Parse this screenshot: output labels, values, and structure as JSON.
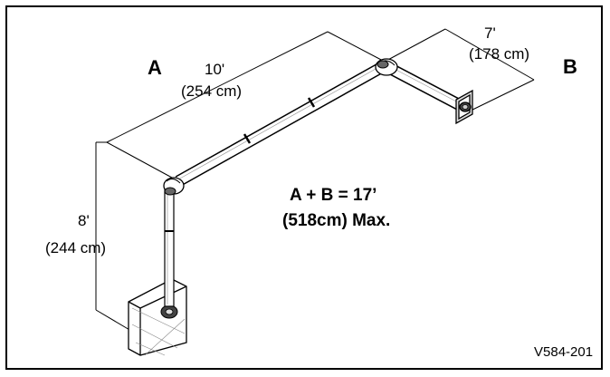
{
  "diagram": {
    "section_a_label": "A",
    "section_b_label": "B",
    "dim_a_horizontal_ft": "10'",
    "dim_a_horizontal_cm": "(254 cm)",
    "dim_vertical_ft": "8'",
    "dim_vertical_cm": "(244 cm)",
    "dim_b_ft": "7'",
    "dim_b_cm": "(178 cm)",
    "formula_line1": "A + B = 17’",
    "formula_line2": "(518cm) Max.",
    "figure_code": "V584-201"
  }
}
